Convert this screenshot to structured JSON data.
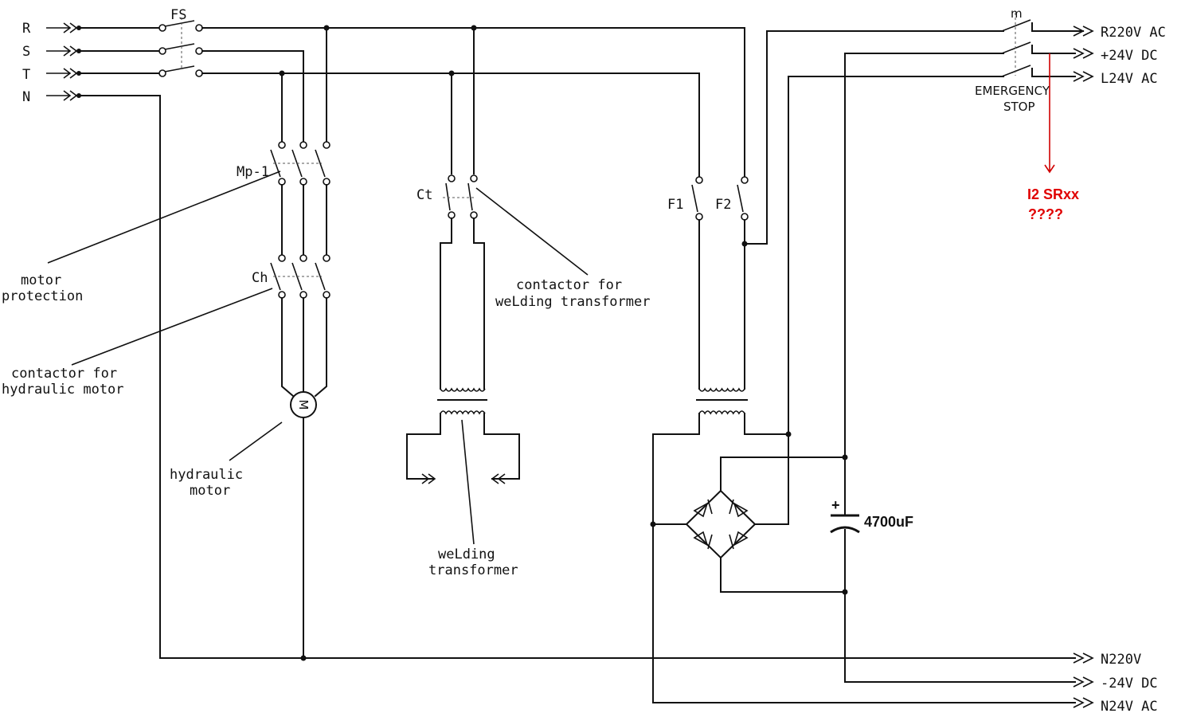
{
  "inputs": {
    "r": "R",
    "s": "S",
    "t": "T",
    "n": "N"
  },
  "components": {
    "fs": "FS",
    "mp1": "Mp-1",
    "ch": "Ch",
    "ct": "Ct",
    "f1": "F1",
    "f2": "F2",
    "emergency_switch": "m",
    "motor_symbol": "M",
    "capacitor_plus": "+",
    "capacitor_value": "4700uF"
  },
  "annotations": {
    "motor_protection_1": "motor",
    "motor_protection_2": "protection",
    "contactor_hyd_1": "contactor for",
    "contactor_hyd_2": "hydraulic motor",
    "hyd_motor_1": "hydraulic",
    "hyd_motor_2": "motor",
    "contactor_weld_1": "contactor for",
    "contactor_weld_2": "weLding transformer",
    "weld_trafo_1": "weLding",
    "weld_trafo_2": "transformer",
    "emergency_1": "EMERGENCY",
    "emergency_2": "STOP",
    "question_1": "I2 SRxx",
    "question_2": "????"
  },
  "outputs": {
    "r220": "R220V AC",
    "p24dc": "+24V DC",
    "l24ac": "L24V AC",
    "n220": "N220V",
    "m24dc": "-24V DC",
    "n24ac": "N24V AC"
  },
  "colors": {
    "wire": "#111111",
    "annotation_red": "#e00000"
  }
}
